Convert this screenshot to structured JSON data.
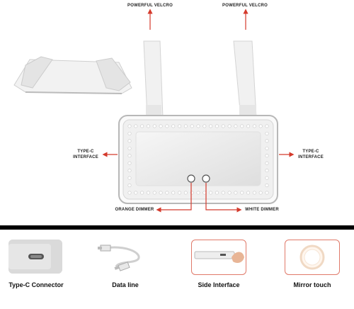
{
  "callouts": {
    "velcro_left": "POWERFUL VELCRO",
    "velcro_right": "POWERFUL VELCRO",
    "typec_left_1": "TYPE-C",
    "typec_left_2": "INTERFACE",
    "typec_right_1": "TYPE-C",
    "typec_right_2": "INTERFACE",
    "orange_dimmer": "ORANGE DIMMER",
    "white_dimmer": "WHITE DIMMER"
  },
  "features": [
    {
      "label": "Type-C Connector",
      "icon": "usb-c-port-icon"
    },
    {
      "label": "Data line",
      "icon": "usb-cable-icon"
    },
    {
      "label": "Side Interface",
      "icon": "side-port-icon"
    },
    {
      "label": "Mirror touch",
      "icon": "touch-ring-icon"
    }
  ],
  "colors": {
    "arrow": "#d43a2c",
    "frame": "#dcdcdc",
    "mirror": "#eeeeee",
    "divider": "#000000",
    "thumb_border": "#e07a6a"
  }
}
